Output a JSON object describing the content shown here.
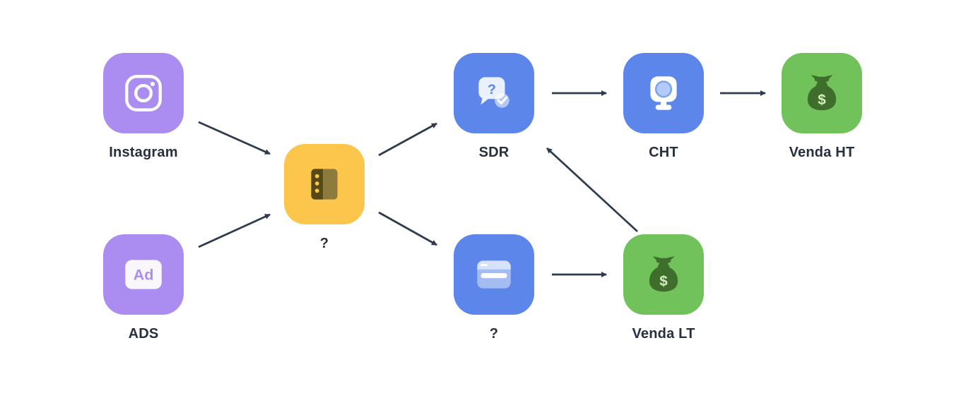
{
  "diagram": {
    "background_color": "#ffffff",
    "arrow_color": "#2e3a4e",
    "icon_glyphs": {
      "ads": "Ad",
      "sdr_question": "?",
      "money": "$"
    },
    "nodes": [
      {
        "id": "instagram",
        "label": "Instagram",
        "icon": "instagram-icon",
        "tile_color": "#ab8df2"
      },
      {
        "id": "ads",
        "label": "ADS",
        "icon": "ad-icon",
        "tile_color": "#ab8df2"
      },
      {
        "id": "mapping",
        "label": "?",
        "icon": "notebook-icon",
        "tile_color": "#fcc64d"
      },
      {
        "id": "sdr",
        "label": "SDR",
        "icon": "chat-question-icon",
        "tile_color": "#5c86ea"
      },
      {
        "id": "cht",
        "label": "CHT",
        "icon": "webcam-icon",
        "tile_color": "#5c86ea"
      },
      {
        "id": "venda_ht",
        "label": "Venda HT",
        "icon": "money-bag-icon",
        "tile_color": "#71c25b"
      },
      {
        "id": "unknown_page",
        "label": "?",
        "icon": "browser-window-icon",
        "tile_color": "#5c86ea"
      },
      {
        "id": "venda_lt",
        "label": "Venda LT",
        "icon": "money-bag-icon",
        "tile_color": "#71c25b"
      }
    ],
    "edges": [
      {
        "from": "instagram",
        "to": "mapping"
      },
      {
        "from": "ads",
        "to": "mapping"
      },
      {
        "from": "mapping",
        "to": "sdr"
      },
      {
        "from": "mapping",
        "to": "unknown_page"
      },
      {
        "from": "sdr",
        "to": "cht"
      },
      {
        "from": "cht",
        "to": "venda_ht"
      },
      {
        "from": "unknown_page",
        "to": "venda_lt"
      },
      {
        "from": "venda_lt",
        "to": "sdr"
      }
    ]
  }
}
